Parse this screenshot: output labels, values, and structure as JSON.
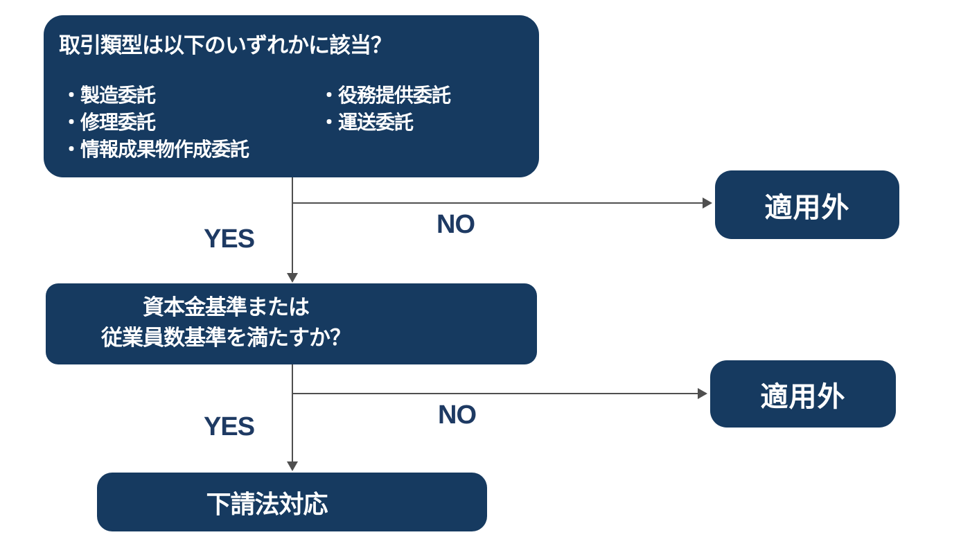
{
  "flow": {
    "top_box": {
      "title": "取引類型は以下のいずれかに該当？",
      "bullet_items_left": [
        "・製造委託",
        "・修理委託",
        "・情報成果物作成委託"
      ],
      "bullet_items_right": [
        "・役務提供委託",
        "・運送委託"
      ]
    },
    "branch1": {
      "yes_label": "YES",
      "no_label": "NO",
      "no_result": "適用外"
    },
    "question2_box": {
      "line1": "資本金基準または",
      "line2": "従業員数基準を満たすか？"
    },
    "branch2": {
      "yes_label": "YES",
      "no_label": "NO",
      "no_result": "適用外"
    },
    "final_box": {
      "label": "下請法対応"
    },
    "colors": {
      "node_bg": "#163a60",
      "node_text": "#ffffff",
      "branch_label": "#1e3a63",
      "arrow": "#4f4f4f",
      "canvas_bg": "#ffffff"
    }
  }
}
